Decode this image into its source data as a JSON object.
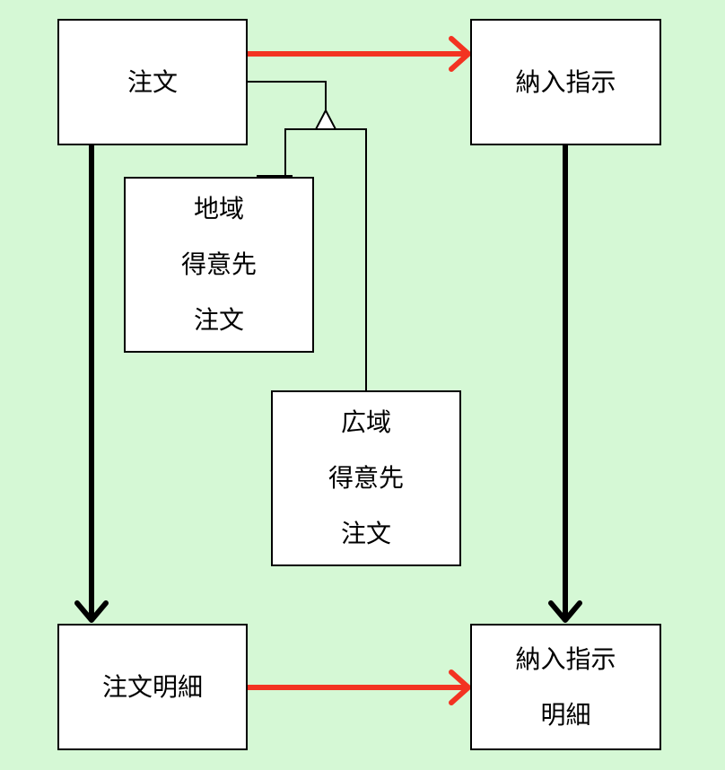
{
  "colors": {
    "background": "#d5f8d5",
    "box_fill": "#ffffff",
    "box_border": "#000000",
    "red_arrow": "#f33322",
    "black_arrow": "#000000"
  },
  "entities": {
    "order": {
      "label": "注文"
    },
    "delivery_instruction": {
      "label": "納入指示"
    },
    "order_detail": {
      "label": "注文明細"
    },
    "delivery_instruction_detail": {
      "lines": [
        "納入指示",
        "明細"
      ]
    },
    "regional_customer_order": {
      "lines": [
        "地域",
        "得意先",
        "注文"
      ]
    },
    "wide_area_customer_order": {
      "lines": [
        "広域",
        "得意先",
        "注文"
      ]
    }
  },
  "relationships": [
    {
      "from": "注文",
      "to": "納入指示",
      "color": "red"
    },
    {
      "from": "注文明細",
      "to": "納入指示明細",
      "color": "red"
    },
    {
      "from": "注文",
      "to": "注文明細",
      "color": "black"
    },
    {
      "from": "納入指示",
      "to": "納入指示明細",
      "color": "black"
    },
    {
      "from": "注文",
      "to": [
        "地域得意先注文",
        "広域得意先注文"
      ],
      "type": "subtype"
    }
  ]
}
